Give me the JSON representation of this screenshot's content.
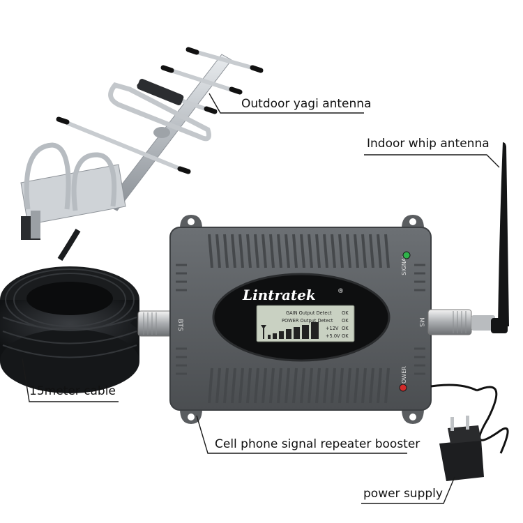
{
  "labels": {
    "yagi": "Outdoor yagi antenna",
    "whip": "Indoor whip antenna",
    "cable": "15meter cable",
    "booster": "Cell phone signal repeater booster",
    "power": "power supply"
  },
  "device": {
    "brand": "Lintratek",
    "trademark": "®",
    "lcd_lines": [
      {
        "text": "GAIN Output Detect",
        "status": "OK"
      },
      {
        "text": "POWER Output Detect",
        "status": "OK"
      },
      {
        "text": "+12V",
        "status": "OK"
      },
      {
        "text": "+5.0V",
        "status": "OK"
      }
    ],
    "port_left": "BTS",
    "port_right": "MS",
    "signal_label": "SIGNAL",
    "power_label": "POWER"
  },
  "colors": {
    "housing": "#5f6265",
    "lcd": "#c9d1c2",
    "signal_led": "#2fb34a",
    "power_led": "#d22a2a"
  }
}
